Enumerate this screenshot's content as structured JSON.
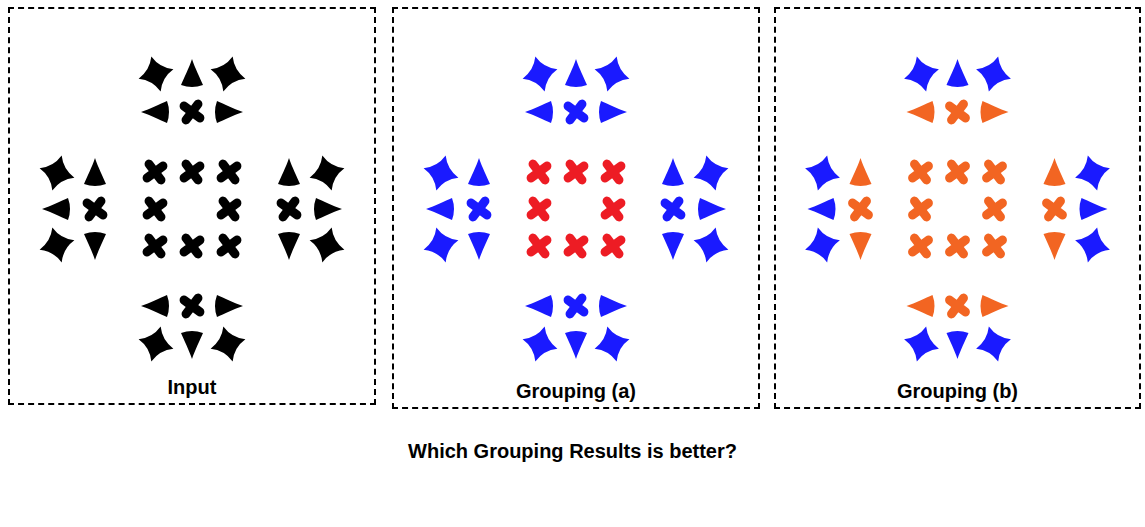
{
  "diagram": {
    "caption": "Which Grouping Results is better?",
    "nodes": [
      {
        "text": [
          "Input"
        ]
      },
      {
        "text": [
          "Grouping (a)"
        ]
      },
      {
        "text": [
          "Grouping (b)"
        ]
      }
    ]
  }
}
